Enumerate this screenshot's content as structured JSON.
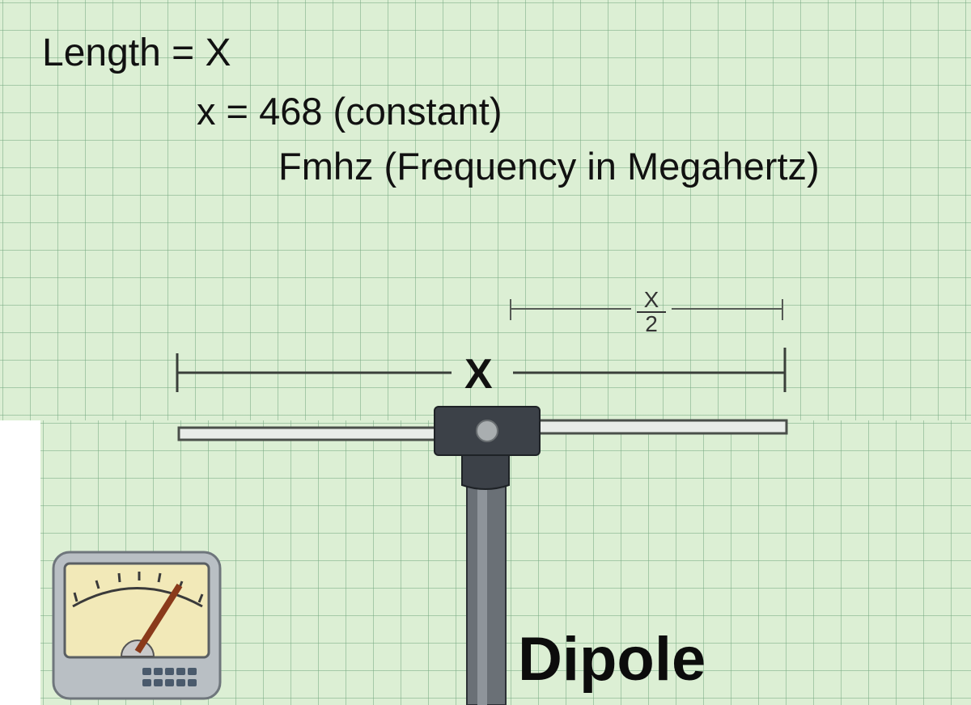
{
  "formula": {
    "line1": "Length = X",
    "line2": "x  = 468 (constant)",
    "line3": "Fmhz (Frequency in Megahertz)"
  },
  "dimensions": {
    "full_label": "X",
    "half_numerator": "X",
    "half_denominator": "2"
  },
  "label": "Dipole",
  "icons": [
    "antenna-meter-icon"
  ],
  "colors": {
    "grid_background": "#dcefd4",
    "grid_lines": "#78aa82",
    "connector": "#3c4148",
    "mast": "#6a7076",
    "element_rod": "#e8ece8"
  }
}
